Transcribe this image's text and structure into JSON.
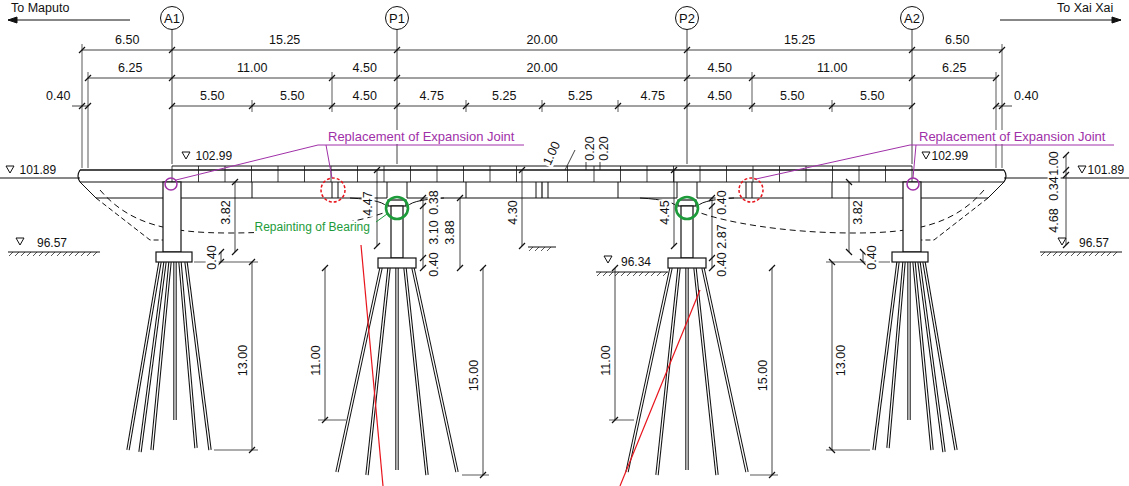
{
  "diagram": {
    "nodes": [
      {
        "text": [
          "A1"
        ]
      },
      {
        "text": [
          "P1"
        ]
      },
      {
        "text": [
          "P2"
        ]
      },
      {
        "text": [
          "A2"
        ]
      }
    ],
    "labels": [
      "To Maputo",
      "To Xai Xai",
      "6.50",
      "15.25",
      "20.00",
      "15.25",
      "6.50",
      "6.25",
      "11.00",
      "4.50",
      "20.00",
      "4.50",
      "11.00",
      "6.25",
      "0.40",
      "5.50",
      "5.50",
      "4.50",
      "4.75",
      "5.25",
      "5.25",
      "4.75",
      "4.50",
      "5.50",
      "5.50",
      "0.40",
      "Replacement of Expansion Joint",
      "Replacement of Expansion Joint",
      "102.99",
      "102.99",
      "101.89",
      "101.89",
      "1.00",
      "0.20",
      "0.20",
      "1.00",
      "0.34",
      "4.68",
      "3.82",
      "Repainting of Bearing",
      "4.47",
      "0.38",
      "3.10",
      "3.88",
      "4.30",
      "4.45",
      "0.40",
      "2.87",
      "3.82",
      "96.57",
      "96.34",
      "96.57",
      "0.40",
      "0.40",
      "0.40",
      "0.40",
      "13.00",
      "11.00",
      "15.00",
      "11.00",
      "15.00",
      "13.00"
    ]
  }
}
